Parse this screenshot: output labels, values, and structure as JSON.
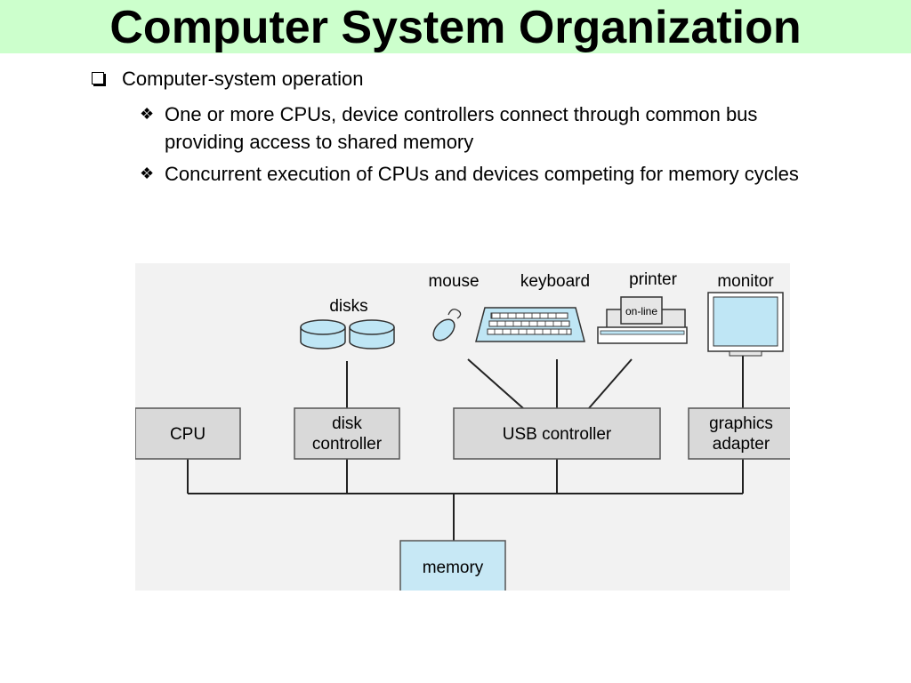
{
  "slide": {
    "title": "Computer System Organization",
    "bullet_l1": "Computer-system operation",
    "bullets_l2": [
      "One or more CPUs, device controllers connect through common bus providing access to shared memory",
      "Concurrent execution of CPUs and devices competing for memory cycles"
    ]
  },
  "diagram": {
    "boxes": {
      "cpu": "CPU",
      "disk_controller_1": "disk",
      "disk_controller_2": "controller",
      "usb_controller": "USB controller",
      "graphics_adapter_1": "graphics",
      "graphics_adapter_2": "adapter",
      "memory": "memory"
    },
    "devices": {
      "disks": "disks",
      "mouse": "mouse",
      "keyboard": "keyboard",
      "printer": "printer",
      "printer_screen": "on-line",
      "monitor": "monitor"
    },
    "colors": {
      "box_gray": "#d9d9d9",
      "memory_blue": "#c7e8f5",
      "device_blue": "#bfe6f5",
      "line": "#222222",
      "title_band": "#ccffcc"
    }
  }
}
